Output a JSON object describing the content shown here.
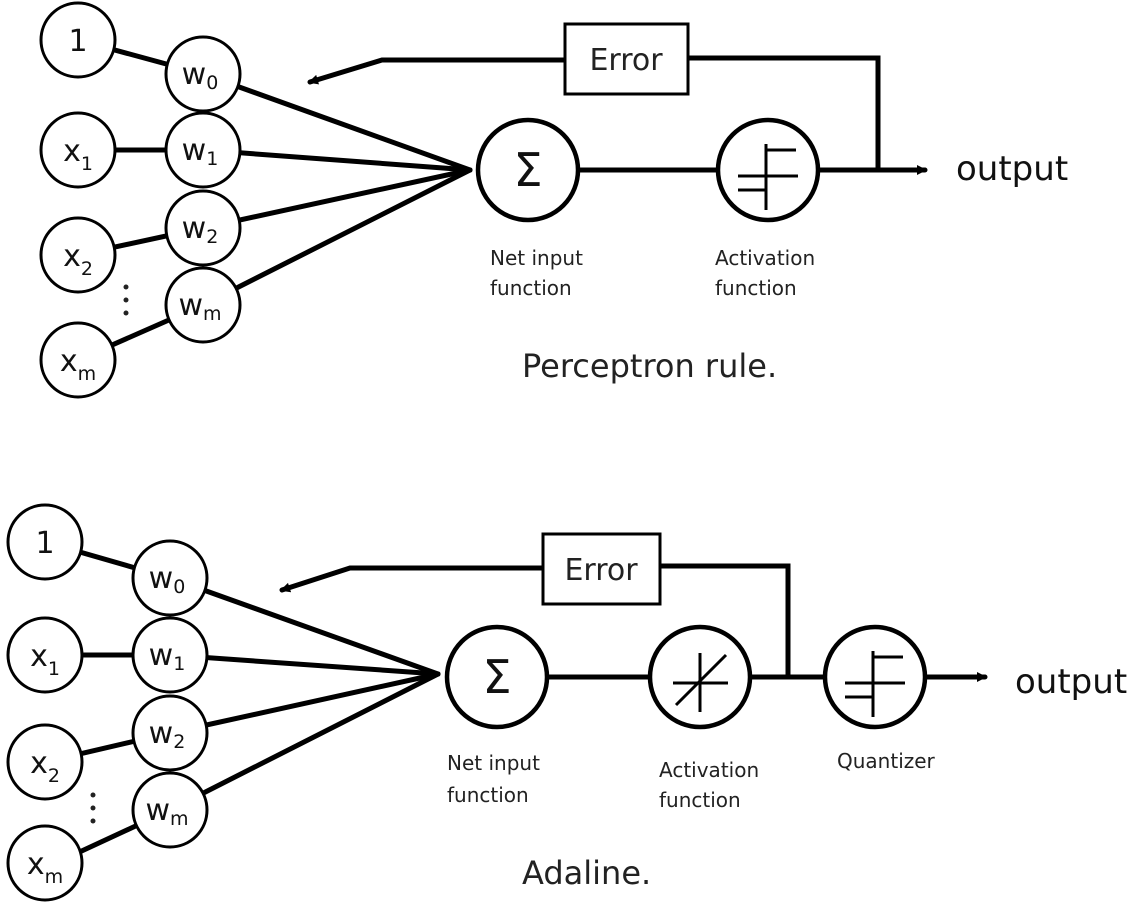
{
  "perceptron": {
    "bias_input": "1",
    "inputs": [
      {
        "base": "x",
        "sub": "1"
      },
      {
        "base": "x",
        "sub": "2"
      },
      {
        "base": "x",
        "sub": "m"
      }
    ],
    "weights": [
      {
        "base": "w",
        "sub": "0"
      },
      {
        "base": "w",
        "sub": "1"
      },
      {
        "base": "w",
        "sub": "2"
      },
      {
        "base": "w",
        "sub": "m"
      }
    ],
    "sum_symbol": "Σ",
    "error_label": "Error",
    "output_label": "output",
    "net_input_label": [
      "Net input",
      "function"
    ],
    "activation_label": [
      "Activation",
      "function"
    ],
    "caption": "Perceptron rule."
  },
  "adaline": {
    "bias_input": "1",
    "inputs": [
      {
        "base": "x",
        "sub": "1"
      },
      {
        "base": "x",
        "sub": "2"
      },
      {
        "base": "x",
        "sub": "m"
      }
    ],
    "weights": [
      {
        "base": "w",
        "sub": "0"
      },
      {
        "base": "w",
        "sub": "1"
      },
      {
        "base": "w",
        "sub": "2"
      },
      {
        "base": "w",
        "sub": "m"
      }
    ],
    "sum_symbol": "Σ",
    "error_label": "Error",
    "output_label": "output",
    "net_input_label": [
      "Net input",
      "function"
    ],
    "activation_label": [
      "Activation",
      "function"
    ],
    "quantizer_label": "Quantizer",
    "caption": "Adaline."
  }
}
